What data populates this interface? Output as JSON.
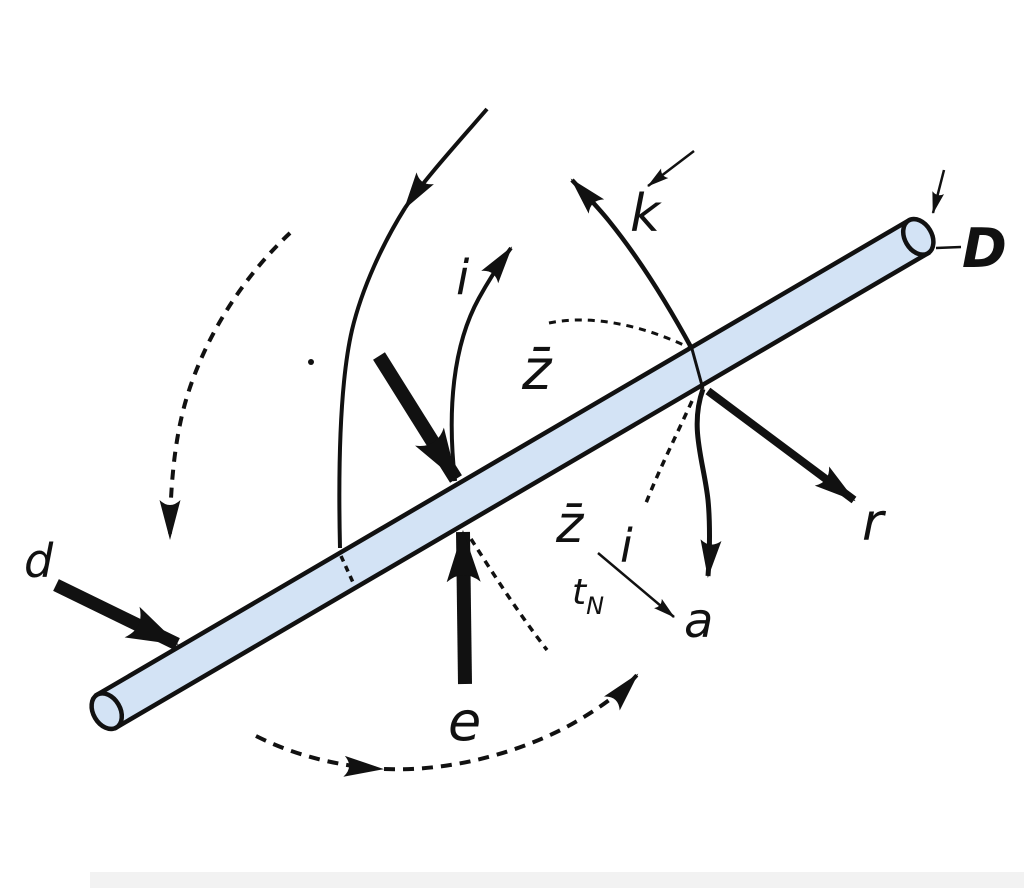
{
  "figure": {
    "title": "Inclined rod with applied force arrows and rotation arcs",
    "labels": {
      "d": "d",
      "e": "e",
      "i_mid": "i",
      "z_mid": "z̄",
      "k": "k",
      "r": "r",
      "z_right": "z̄",
      "i_right": "i",
      "t_main": "t",
      "t_sub": "N",
      "a": "a",
      "D": "D"
    },
    "colors": {
      "rod_fill": "#d3e3f5",
      "line": "#111111",
      "background": "#ffffff"
    }
  }
}
